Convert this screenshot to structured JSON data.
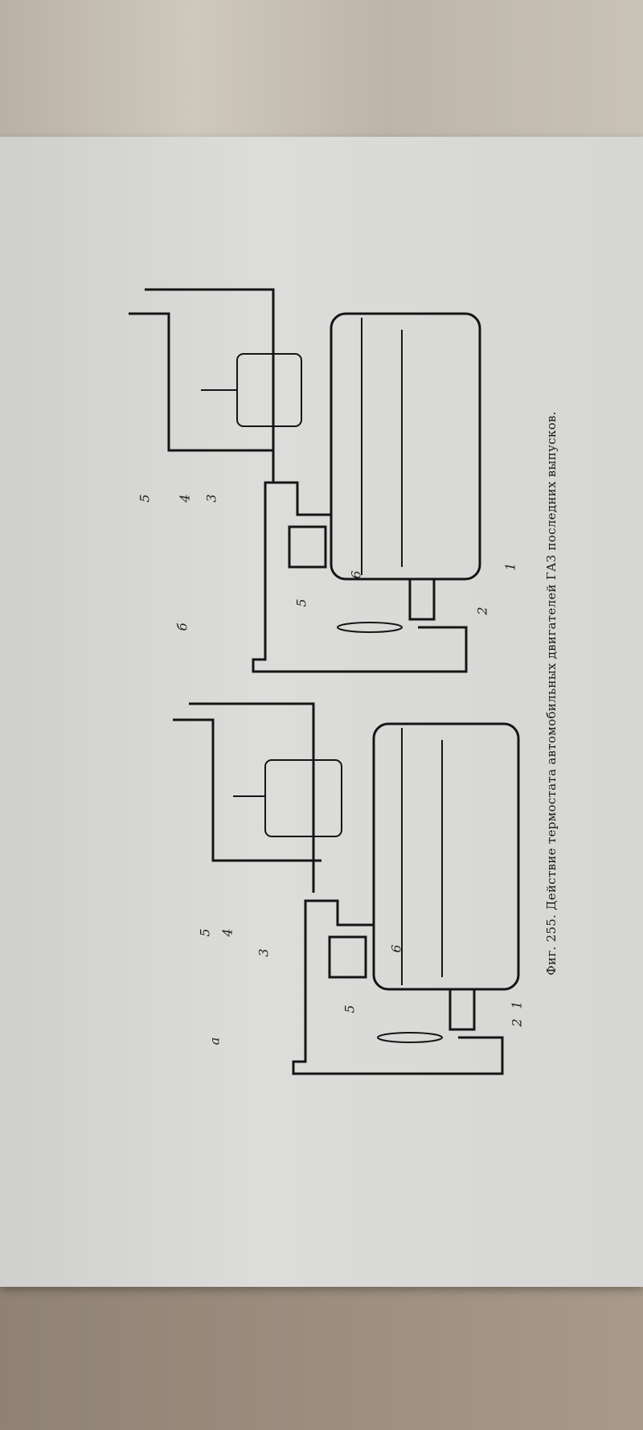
{
  "caption": "Фиг. 255. Действие термостата автомобильных двигателей ГАЗ последних выпусков.",
  "panels": {
    "a": {
      "label": "а",
      "callouts": [
        "1",
        "2",
        "3",
        "4",
        "5",
        "5",
        "6"
      ]
    },
    "b": {
      "label": "б",
      "callouts": [
        "1",
        "2",
        "3",
        "4",
        "5",
        "5",
        "6"
      ]
    }
  }
}
